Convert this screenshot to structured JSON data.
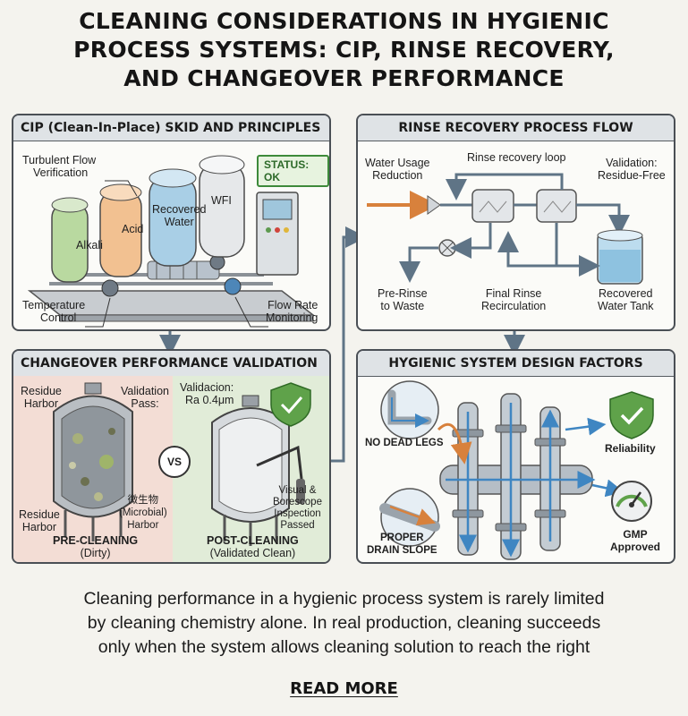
{
  "title": {
    "line1": "CLEANING CONSIDERATIONS IN HYGIENIC",
    "line2": "PROCESS SYSTEMS: CIP, RINSE RECOVERY,",
    "line3": "AND CHANGEOVER PERFORMANCE"
  },
  "cip_panel": {
    "header": "CIP (Clean-In-Place) SKID AND PRINCIPLES",
    "status": "STATUS: OK",
    "labels": {
      "turbulent_1": "Turbulent Flow",
      "turbulent_2": "Verification",
      "wfi": "WFI",
      "recovered_1": "Recovered",
      "recovered_2": "Water",
      "acid": "Acid",
      "alkali": "Alkali",
      "temp_1": "Temperature",
      "temp_2": "Control",
      "flow_1": "Flow Rate",
      "flow_2": "Monitoring"
    },
    "colors": {
      "alkali": "#b9d9a0",
      "acid": "#f2c191",
      "recovered": "#a9cfe6",
      "wfi": "#e6e8ea"
    }
  },
  "rinse_panel": {
    "header": "RINSE RECOVERY PROCESS FLOW",
    "labels": {
      "water_usage_1": "Water Usage",
      "water_usage_2": "Reduction",
      "loop": "Rinse recovery loop",
      "validation_1": "Validation:",
      "validation_2": "Residue-Free",
      "prerinse_1": "Pre-Rinse",
      "prerinse_2": "to Waste",
      "final_1": "Final Rinse",
      "final_2": "Recirculation",
      "tank_1": "Recovered",
      "tank_2": "Water Tank"
    }
  },
  "changeover_panel": {
    "header": "CHANGEOVER PERFORMANCE VALIDATION",
    "vs": "VS",
    "labels": {
      "residue_harbor_1a": "Residue",
      "residue_harbor_1b": "Harbor",
      "validation_pass_1": "Validation",
      "validation_pass_2": "Pass:",
      "validacion_1": "Validacion:",
      "validacion_2": "Ra 0.4μm",
      "residue_harbor_2a": "Residue",
      "residue_harbor_2b": "Harbor",
      "microbial_1": "微生物",
      "microbial_2": "(Microbial)",
      "microbial_3": "Harbor",
      "visual_1": "Visual &",
      "visual_2": "Borescope",
      "visual_3": "Inspection",
      "visual_4": "Passed",
      "pre_title": "PRE-CLEANING",
      "pre_sub": "(Dirty)",
      "post_title": "POST-CLEANING",
      "post_sub": "(Validated Clean)"
    },
    "colors": {
      "pre_bg": "#f3ddd5",
      "post_bg": "#e1ecd8"
    }
  },
  "design_panel": {
    "header": "HYGIENIC SYSTEM DESIGN FACTORS",
    "labels": {
      "dead_legs": "NO DEAD LEGS",
      "reliability": "Reliability",
      "drain_1": "PROPER",
      "drain_2": "DRAIN SLOPE",
      "gmp_1": "GMP",
      "gmp_2": "Approved"
    }
  },
  "body": {
    "line1": "Cleaning performance in a hygienic process system is rarely limited",
    "line2": "by cleaning chemistry alone. In real production, cleaning succeeds",
    "line3": "only when the system allows cleaning solution to reach the right"
  },
  "read_more": "READ MORE"
}
